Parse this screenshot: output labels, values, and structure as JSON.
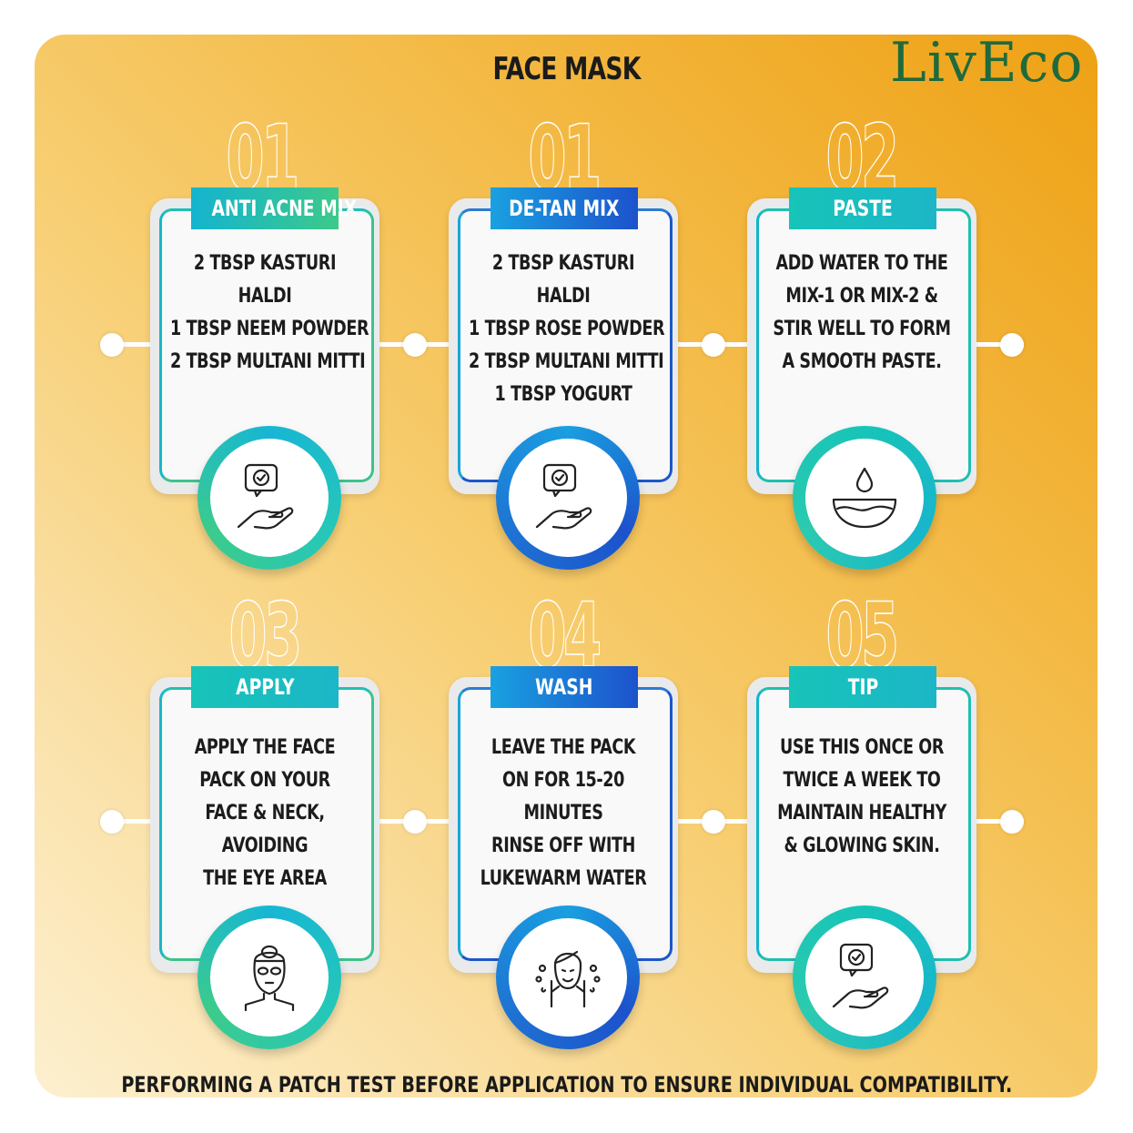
{
  "title": "FACE MASK",
  "logo": "LivEco",
  "footer": "PERFORMING A PATCH TEST BEFORE APPLICATION TO ENSURE INDIVIDUAL COMPATIBILITY.",
  "colors": {
    "green_accent": "#3cc38c",
    "blue_accent": "#1c52cc",
    "teal_accent": "#17c4b8",
    "background_orange": "#eea114",
    "logo_green": "#1f6a3c"
  },
  "steps": [
    {
      "number": "01",
      "label": "ANTI ACNE MIX",
      "lines": [
        "2 TBSP KASTURI",
        "HALDI",
        "1 TBSP NEEM POWDER",
        "2 TBSP MULTANI MITTI"
      ],
      "icon": "hand-check-bubble-icon"
    },
    {
      "number": "01",
      "label": "DE-TAN MIX",
      "lines": [
        "2 TBSP KASTURI",
        "HALDI",
        "1 TBSP ROSE POWDER",
        "2 TBSP MULTANI MITTI",
        "1 TBSP YOGURT"
      ],
      "icon": "hand-check-bubble-icon"
    },
    {
      "number": "02",
      "label": "PASTE",
      "lines": [
        "ADD WATER TO THE",
        "MIX-1 OR MIX-2 &",
        "STIR WELL TO FORM",
        "A SMOOTH PASTE."
      ],
      "icon": "bowl-drop-icon"
    },
    {
      "number": "03",
      "label": "APPLY",
      "lines": [
        "APPLY THE FACE",
        "PACK ON YOUR",
        "FACE & NECK,",
        "AVOIDING",
        "THE EYE AREA"
      ],
      "icon": "face-mask-icon"
    },
    {
      "number": "04",
      "label": "WASH",
      "lines": [
        "LEAVE THE PACK",
        "ON FOR 15-20",
        "MINUTES",
        "RINSE OFF WITH",
        "LUKEWARM WATER"
      ],
      "icon": "face-wash-icon"
    },
    {
      "number": "05",
      "label": "TIP",
      "lines": [
        "USE THIS ONCE OR",
        "TWICE A WEEK TO",
        "MAINTAIN HEALTHY",
        "& GLOWING SKIN."
      ],
      "icon": "hand-check-bubble-icon"
    }
  ]
}
